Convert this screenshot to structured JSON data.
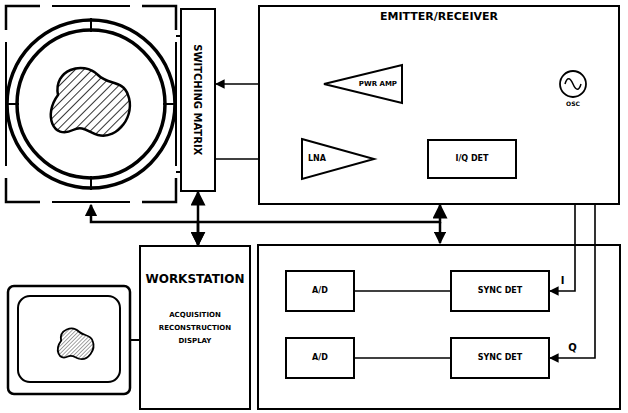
{
  "diagram": {
    "nodes": [
      {
        "text": [
          "SWITCHING MATRIX"
        ]
      },
      {
        "text": [
          "EMITTER/RECEIVER"
        ]
      },
      {
        "text": [
          "PWR AMP"
        ],
        "in": 1
      },
      {
        "text": [
          "OSC"
        ],
        "in": 1
      },
      {
        "text": [
          "LNA"
        ],
        "in": 1
      },
      {
        "text": [
          "I/Q DET"
        ],
        "in": 1
      },
      {
        "text": [
          "WORKSTATION",
          "ACQUISITION RECONSTRUCTION DISPLAY"
        ]
      },
      {
        "text": [
          "A/D"
        ]
      },
      {
        "text": [
          "SYNC DET"
        ]
      },
      {
        "text": [
          "A/D"
        ]
      },
      {
        "text": [
          "SYNC DET"
        ]
      }
    ],
    "edges": [
      {
        "from": 2,
        "to": 0,
        "arrow": "to"
      },
      {
        "from": 3,
        "to": 2,
        "arrow": "none"
      },
      {
        "from": 3,
        "to": 5,
        "arrow": "to"
      },
      {
        "from": 0,
        "to": 4,
        "arrow": "to"
      },
      {
        "from": 4,
        "to": 5,
        "arrow": "none"
      },
      {
        "from": 5,
        "to": 8,
        "label": "I",
        "arrow": "to"
      },
      {
        "from": 5,
        "to": 10,
        "label": "Q",
        "arrow": "to"
      },
      {
        "from": 8,
        "to": 7,
        "arrow": "none"
      },
      {
        "from": 10,
        "to": 9,
        "arrow": "none"
      },
      {
        "from": 6,
        "to": 0,
        "arrow": "both"
      },
      {
        "from": 6,
        "to": 1,
        "arrow": "both"
      }
    ]
  }
}
